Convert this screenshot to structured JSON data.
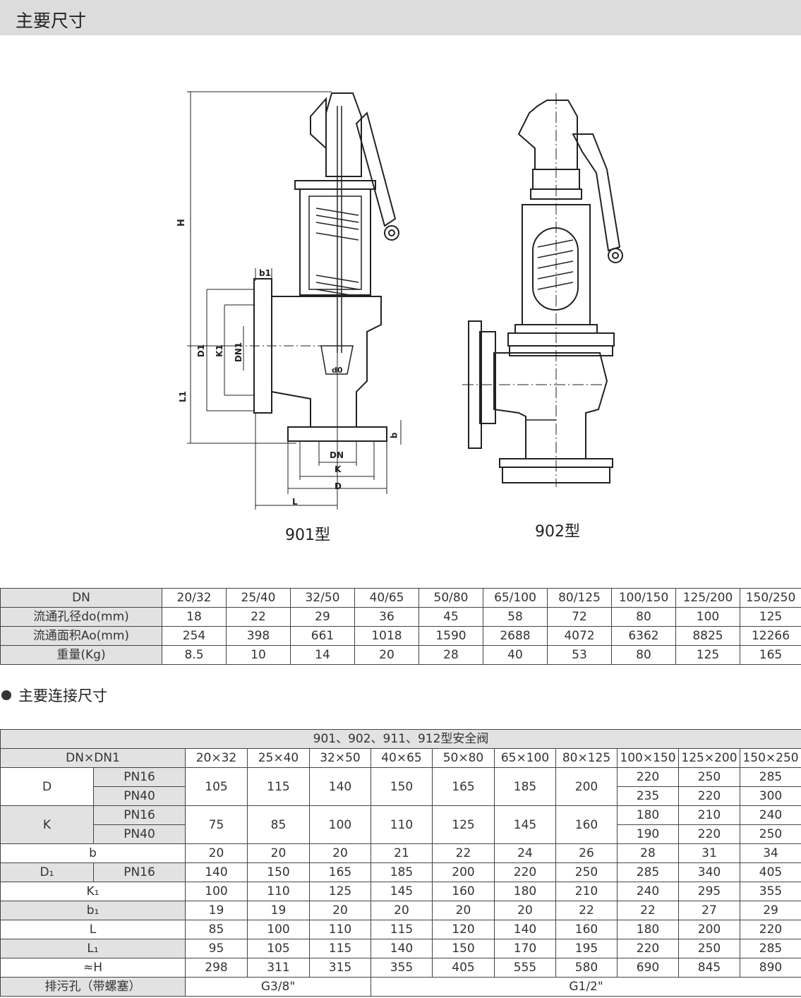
{
  "header": {
    "title": "主要尺寸"
  },
  "drawing": {
    "left_caption": "901型",
    "right_caption": "902型",
    "dims": {
      "H": "H",
      "L1": "L1",
      "D1": "D1",
      "K1": "K1",
      "DN1": "DN1",
      "b1": "b1",
      "d0": "d0",
      "b": "b",
      "DN": "DN",
      "K": "K",
      "D": "D",
      "L": "L"
    }
  },
  "table1": {
    "headers": [
      "DN",
      "20/32",
      "25/40",
      "32/50",
      "40/65",
      "50/80",
      "65/100",
      "80/125",
      "100/150",
      "125/200",
      "150/250"
    ],
    "rows": [
      [
        "流通孔径do(mm)",
        "18",
        "22",
        "29",
        "36",
        "45",
        "58",
        "72",
        "80",
        "100",
        "125"
      ],
      [
        "流通面积Ao(mm)",
        "254",
        "398",
        "661",
        "1018",
        "1590",
        "2688",
        "4072",
        "6362",
        "8825",
        "12266"
      ],
      [
        "重量(Kg)",
        "8.5",
        "10",
        "14",
        "20",
        "28",
        "40",
        "53",
        "80",
        "125",
        "165"
      ]
    ]
  },
  "section2": {
    "title": "主要连接尺寸"
  },
  "table2": {
    "title": "901、902、911、912型安全阀",
    "dn_label": "DN×DN1",
    "columns": [
      "20×32",
      "25×40",
      "32×50",
      "40×65",
      "50×80",
      "65×100",
      "80×125",
      "100×150",
      "125×200",
      "150×250"
    ],
    "D": {
      "label": "D",
      "pn16": "PN16",
      "pn40": "PN40",
      "shared": [
        "105",
        "115",
        "140",
        "150",
        "165",
        "185",
        "200"
      ],
      "pn16_vals": [
        "220",
        "250",
        "285"
      ],
      "pn40_vals": [
        "235",
        "220",
        "300"
      ]
    },
    "K": {
      "label": "K",
      "pn16": "PN16",
      "pn40": "PN40",
      "shared": [
        "75",
        "85",
        "100",
        "110",
        "125",
        "145",
        "160"
      ],
      "pn16_vals": [
        "180",
        "210",
        "240"
      ],
      "pn40_vals": [
        "190",
        "220",
        "250"
      ]
    },
    "b": {
      "label": "b",
      "values": [
        "20",
        "20",
        "20",
        "21",
        "22",
        "24",
        "26",
        "28",
        "31",
        "34"
      ]
    },
    "D1": {
      "label": "D₁",
      "pn": "PN16",
      "values": [
        "140",
        "150",
        "165",
        "185",
        "200",
        "220",
        "250",
        "285",
        "340",
        "405"
      ]
    },
    "K1": {
      "label": "K₁",
      "values": [
        "100",
        "110",
        "125",
        "145",
        "160",
        "180",
        "210",
        "240",
        "295",
        "355"
      ]
    },
    "b1": {
      "label": "b₁",
      "values": [
        "19",
        "19",
        "20",
        "20",
        "20",
        "20",
        "22",
        "22",
        "27",
        "29"
      ]
    },
    "L": {
      "label": "L",
      "values": [
        "85",
        "100",
        "110",
        "115",
        "120",
        "140",
        "160",
        "180",
        "200",
        "220"
      ]
    },
    "L1": {
      "label": "L₁",
      "values": [
        "95",
        "105",
        "115",
        "140",
        "150",
        "170",
        "195",
        "220",
        "250",
        "285"
      ]
    },
    "H": {
      "label": "≈H",
      "values": [
        "298",
        "311",
        "315",
        "355",
        "405",
        "555",
        "580",
        "690",
        "845",
        "890"
      ]
    },
    "drain": {
      "label": "排污孔（带螺塞）",
      "small": "G3/8\"",
      "large": "G1/2\""
    }
  }
}
